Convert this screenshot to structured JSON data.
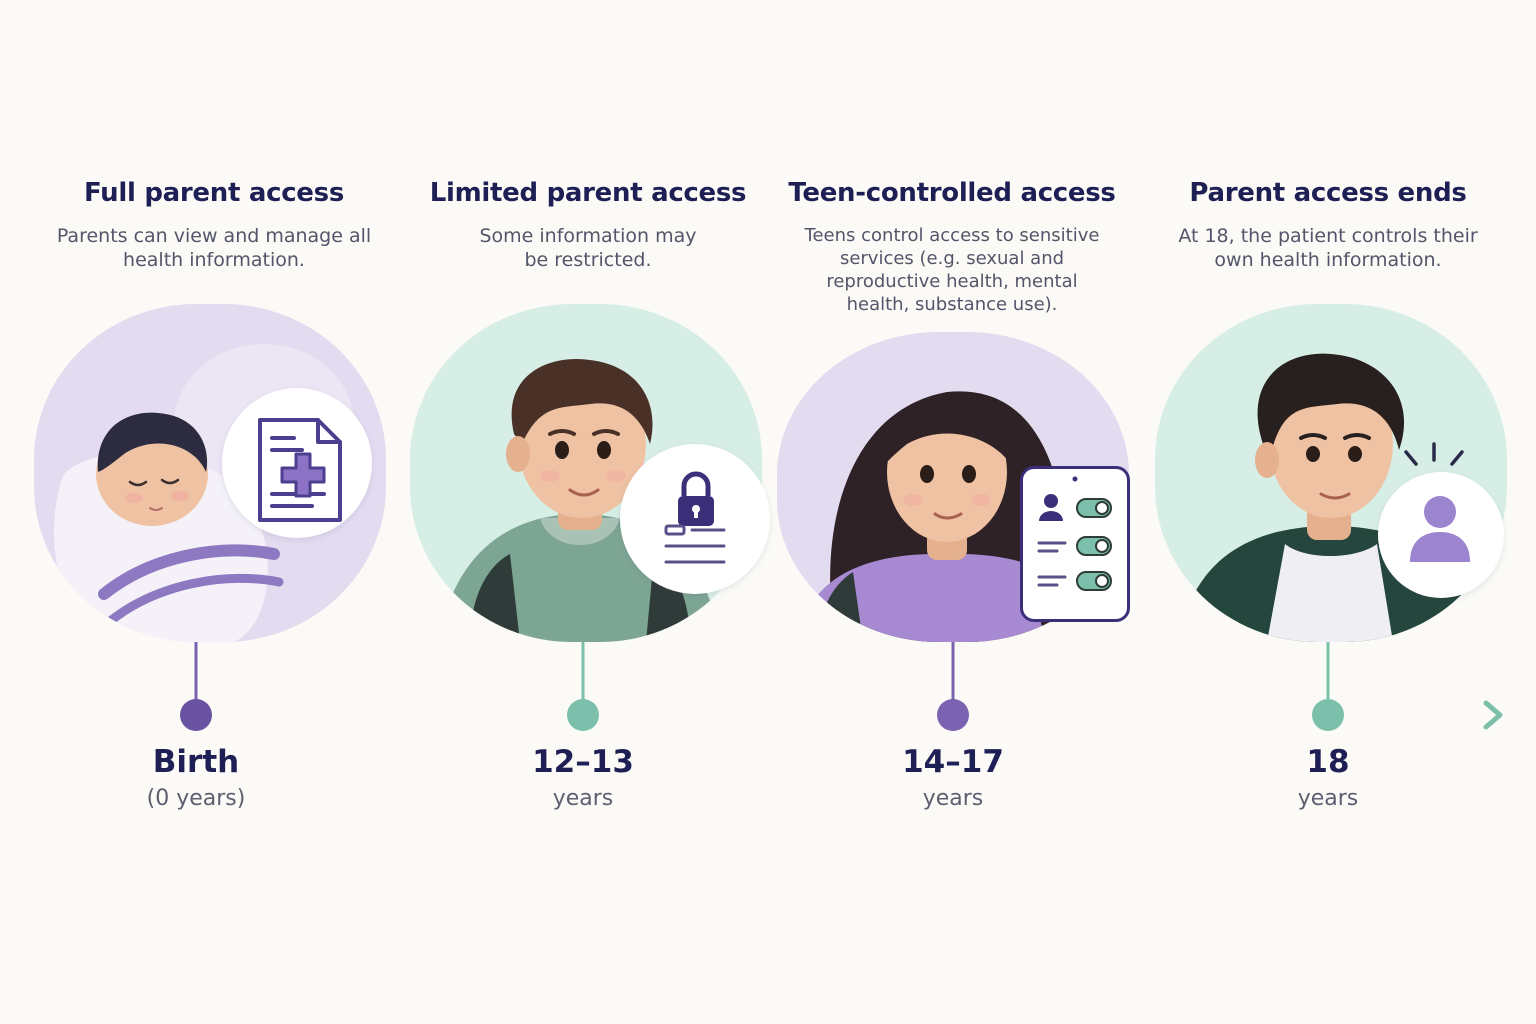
{
  "stages": [
    {
      "title": "Full parent access",
      "description": "Parents can view and manage all health information.",
      "age_value": "Birth",
      "age_unit": "(0 years)",
      "badge_icon": "medical-document-icon",
      "tone": "purple"
    },
    {
      "title": "Limited parent access",
      "description": "Some information may be restricted.",
      "age_value": "12–13",
      "age_unit": "years",
      "badge_icon": "lock-icon",
      "tone": "mint"
    },
    {
      "title": "Teen-controlled access",
      "description": "Teens control access to sensitive services (e.g. sexual and reproductive health, mental health, substance use).",
      "age_value": "14–17",
      "age_unit": "years",
      "badge_icon": "phone-toggles-icon",
      "tone": "purple"
    },
    {
      "title": "Parent access ends",
      "description": "At 18, the patient controls their own health information.",
      "age_value": "18",
      "age_unit": "years",
      "badge_icon": "user-icon",
      "tone": "mint"
    }
  ],
  "colors": {
    "navy": "#1e1f55",
    "purple": "#7b62b0",
    "purple_light": "#e3dbf0",
    "mint": "#7cc0ac",
    "mint_light": "#d7eee6",
    "text_gray": "#53556a"
  }
}
